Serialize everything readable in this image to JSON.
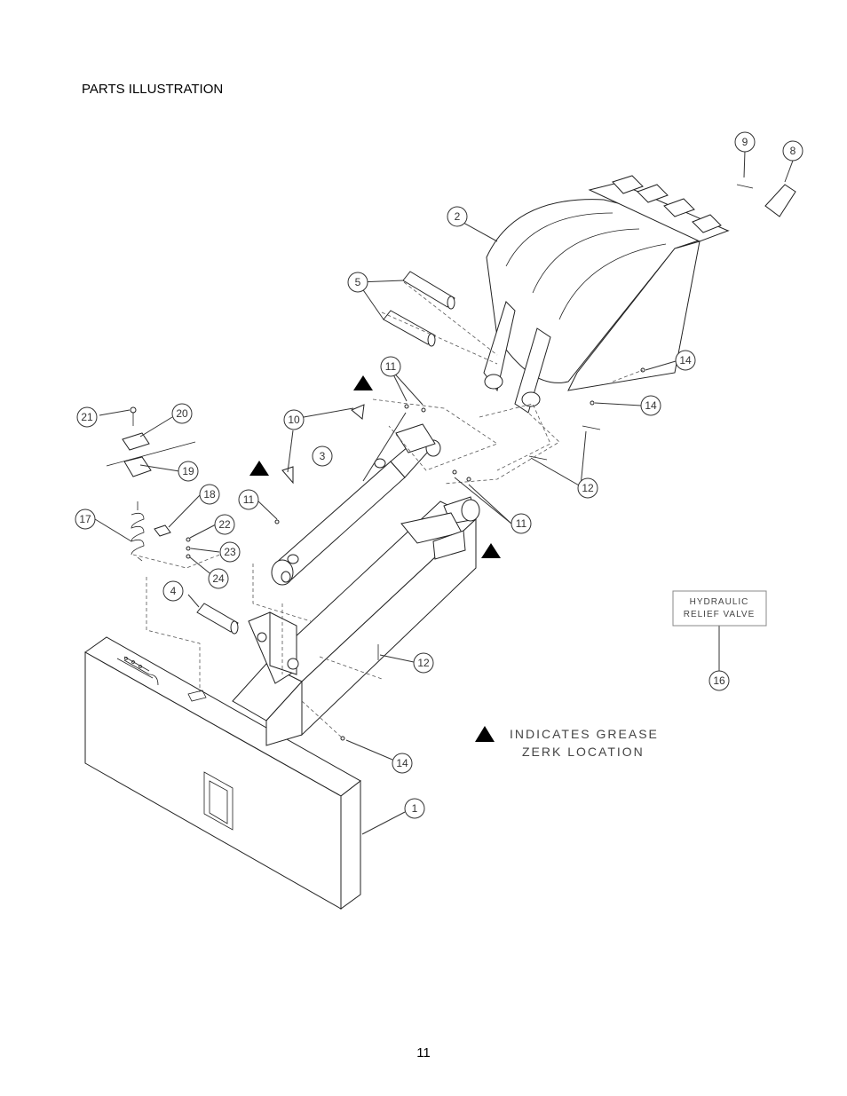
{
  "page": {
    "title": "PARTS ILLUSTRATION",
    "page_number": "11"
  },
  "legend": {
    "line1": "INDICATES GREASE",
    "line2": "ZERK LOCATION"
  },
  "relief_box": {
    "line1": "HYDRAULIC",
    "line2": "RELIEF VALVE"
  },
  "callouts": [
    "1",
    "2",
    "3",
    "4",
    "5",
    "8",
    "9",
    "10",
    "11",
    "11",
    "11",
    "11",
    "12",
    "12",
    "14",
    "14",
    "14",
    "14",
    "16",
    "17",
    "18",
    "19",
    "20",
    "21",
    "22",
    "23",
    "24"
  ]
}
